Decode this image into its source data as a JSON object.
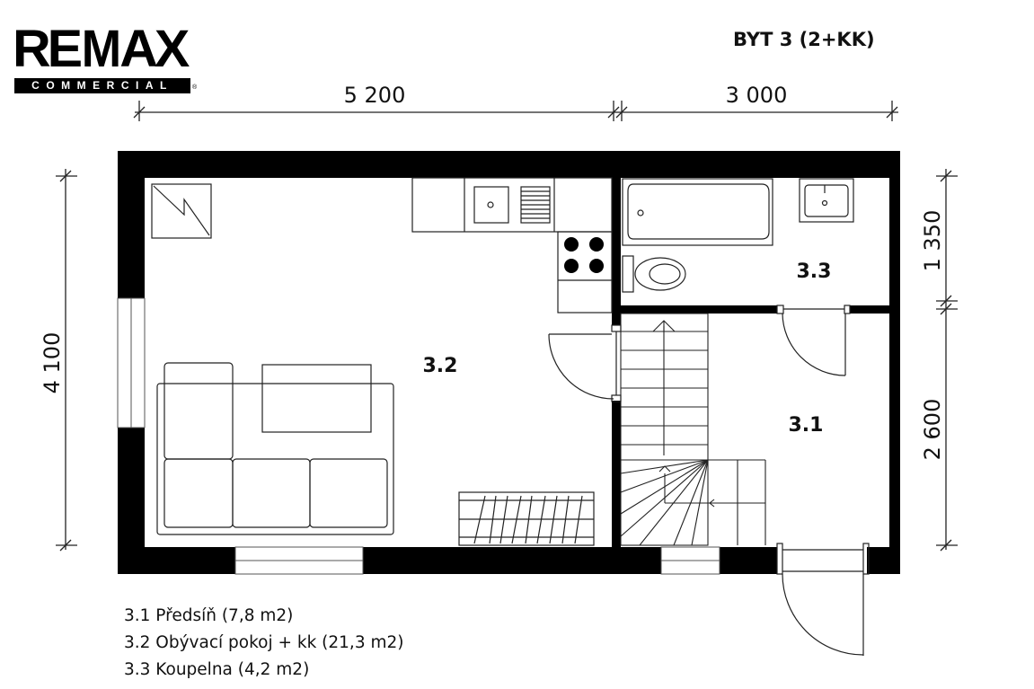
{
  "logo": {
    "wordmark": "RE/MAX",
    "subtitle": "COMMERCIAL"
  },
  "title": "BYT 3 (2+KK)",
  "dimensions": {
    "top_left": "5 200",
    "top_right": "3 000",
    "left_height": "4 100",
    "right_upper": "1 350",
    "right_lower": "2 600"
  },
  "rooms": {
    "r31": "3.1",
    "r32": "3.2",
    "r33": "3.3"
  },
  "legend": [
    "3.1 Předsíň (7,8 m2)",
    "3.2 Obývací pokoj + kk (21,3 m2)",
    "3.3 Koupelna (4,2 m2)"
  ],
  "colors": {
    "wall": "#000000",
    "line": "#222222"
  }
}
